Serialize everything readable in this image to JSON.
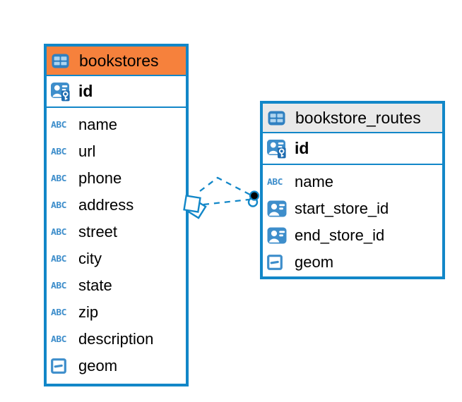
{
  "colors": {
    "accent-blue": "#1287c8",
    "icon-blue": "#3e8ecb",
    "icon-blue-dark": "#1f6cb0",
    "icon-cell-light": "#aed4ef",
    "header-orange": "#f6813c",
    "header-gray": "#e9e9e9",
    "text": "#000000"
  },
  "icons": {
    "text-type-label": "ABC"
  },
  "tables": [
    {
      "name": "bookstores",
      "header_style": "orange",
      "primary_key": {
        "name": "id"
      },
      "columns": [
        {
          "name": "name",
          "type": "text"
        },
        {
          "name": "url",
          "type": "text"
        },
        {
          "name": "phone",
          "type": "text"
        },
        {
          "name": "address",
          "type": "text"
        },
        {
          "name": "street",
          "type": "text"
        },
        {
          "name": "city",
          "type": "text"
        },
        {
          "name": "state",
          "type": "text"
        },
        {
          "name": "zip",
          "type": "text"
        },
        {
          "name": "description",
          "type": "text"
        },
        {
          "name": "geom",
          "type": "geometry"
        }
      ]
    },
    {
      "name": "bookstore_routes",
      "header_style": "gray",
      "primary_key": {
        "name": "id"
      },
      "columns": [
        {
          "name": "name",
          "type": "text"
        },
        {
          "name": "start_store_id",
          "type": "reference"
        },
        {
          "name": "end_store_id",
          "type": "reference"
        },
        {
          "name": "geom",
          "type": "geometry"
        }
      ]
    }
  ],
  "relationships": [
    {
      "from_table": "bookstores",
      "to_table": "bookstore_routes",
      "style": "dashed"
    },
    {
      "from_table": "bookstores",
      "to_table": "bookstore_routes",
      "style": "dashed"
    }
  ]
}
